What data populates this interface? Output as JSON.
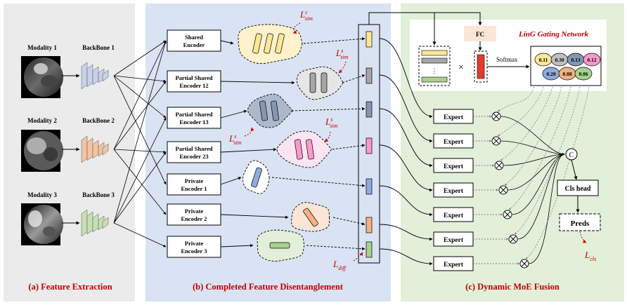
{
  "panels": {
    "extraction": "(a) Feature Extraction",
    "disentangle": "(b) Completed Feature Disentanglement",
    "fusion": "(c) Dynamic MoE Fusion"
  },
  "modalities": [
    {
      "label": "Modality 1",
      "backbone": "BackBone 1",
      "color": "#c7d2e8"
    },
    {
      "label": "Modality 2",
      "backbone": "BackBone 2",
      "color": "#f2c4a4"
    },
    {
      "label": "Modality 3",
      "backbone": "BackBone 3",
      "color": "#c5e0b4"
    }
  ],
  "encoders": [
    {
      "line1": "Shared",
      "line2": "Encoder"
    },
    {
      "line1": "Partial Shared",
      "line2": "Encoder 12"
    },
    {
      "line1": "Partial Shared",
      "line2": "Encoder 13"
    },
    {
      "line1": "Partial Shared",
      "line2": "Encoder 23"
    },
    {
      "line1": "Private",
      "line2": "Encoder 1"
    },
    {
      "line1": "Private",
      "line2": "Encoder 2"
    },
    {
      "line1": "Private",
      "line2": "Encoder 3"
    }
  ],
  "feature_colors": [
    "#ffe699",
    "#a6a6a6",
    "#8497b0",
    "#ff99cc",
    "#8faadc",
    "#f4b183",
    "#a9d18e"
  ],
  "blob_colors": [
    "#fff2cc",
    "#e7e6e6",
    "#adb9ca",
    "#fbe5f2",
    "#ffffff",
    "#fbe5d6",
    "#e2f0d9"
  ],
  "losses": {
    "sim_c": {
      "base": "L",
      "sub": "sim",
      "sup": "c"
    },
    "sim_s1": {
      "base": "L",
      "sub": "sim",
      "sup": "s"
    },
    "sim_s2": {
      "base": "L",
      "sub": "sim",
      "sup": "s"
    },
    "sim_s3": {
      "base": "L",
      "sub": "sim",
      "sup": "s"
    },
    "diff": {
      "base": "L",
      "sub": "diff"
    },
    "cls": {
      "base": "L",
      "sub": "cls"
    }
  },
  "gating": {
    "title": "LinG Gating Network",
    "fc": "FC",
    "softmax": "Softmax",
    "times": "×",
    "weights": [
      {
        "value": "0.11",
        "color": "#ffe699"
      },
      {
        "value": "0.30",
        "color": "#bfbfbf"
      },
      {
        "value": "0.13",
        "color": "#8497b0"
      },
      {
        "value": "0.12",
        "color": "#ff99cc"
      },
      {
        "value": "0.20",
        "color": "#8faadc"
      },
      {
        "value": "0.08",
        "color": "#f4b183"
      },
      {
        "value": "0.06",
        "color": "#a9d18e"
      }
    ]
  },
  "expert_label": "Expert",
  "concat_symbol": "C",
  "cls_head": "Cls head",
  "preds": "Preds",
  "colors": {
    "panel_a": "#ebebeb",
    "panel_b": "#dae3f3",
    "panel_c": "#e2efd9",
    "title_red": "#c00000",
    "fc_fill": "#fbe5d6",
    "gate_red": "#e03c31"
  }
}
